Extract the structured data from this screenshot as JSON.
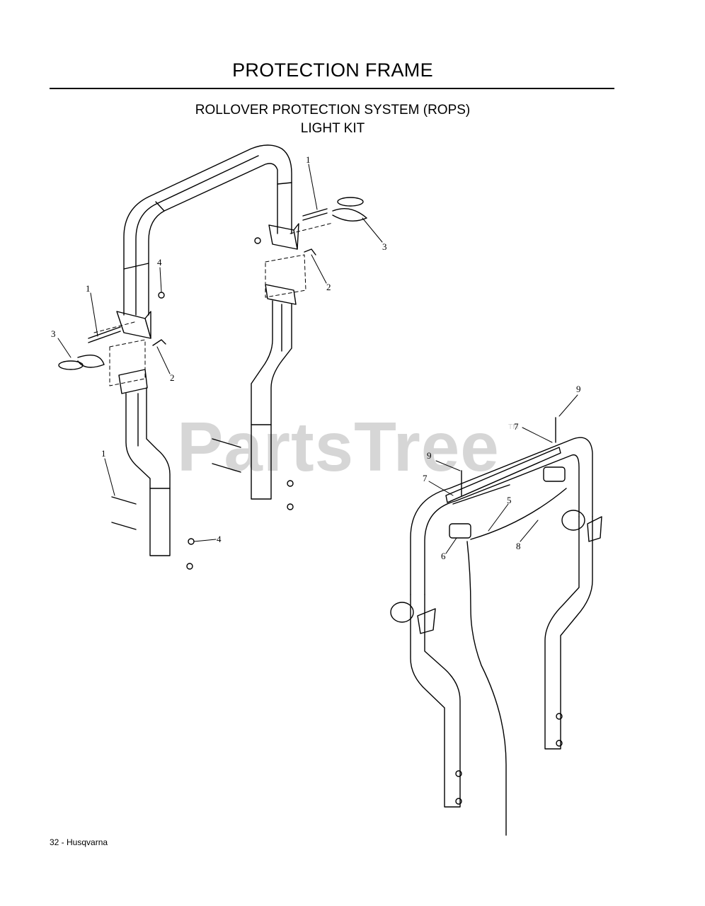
{
  "header": {
    "title": "PROTECTION FRAME",
    "subtitle_line1": "ROLLOVER PROTECTION SYSTEM (ROPS)",
    "subtitle_line2": "LIGHT KIT"
  },
  "watermark": {
    "text": "PartsTree",
    "tm": "TM"
  },
  "footer": {
    "text": "32 - Husqvarna"
  },
  "callouts": {
    "left_1_top": "1",
    "left_1_bottom": "1",
    "left_2_left": "2",
    "left_3_left": "3",
    "left_4_top": "4",
    "left_4_bottom": "4",
    "right_1": "1",
    "right_2": "2",
    "right_3": "3",
    "kit_5": "5",
    "kit_6": "6",
    "kit_7_left": "7",
    "kit_7_right": "7",
    "kit_8": "8",
    "kit_9_left": "9",
    "kit_9_right": "9"
  }
}
